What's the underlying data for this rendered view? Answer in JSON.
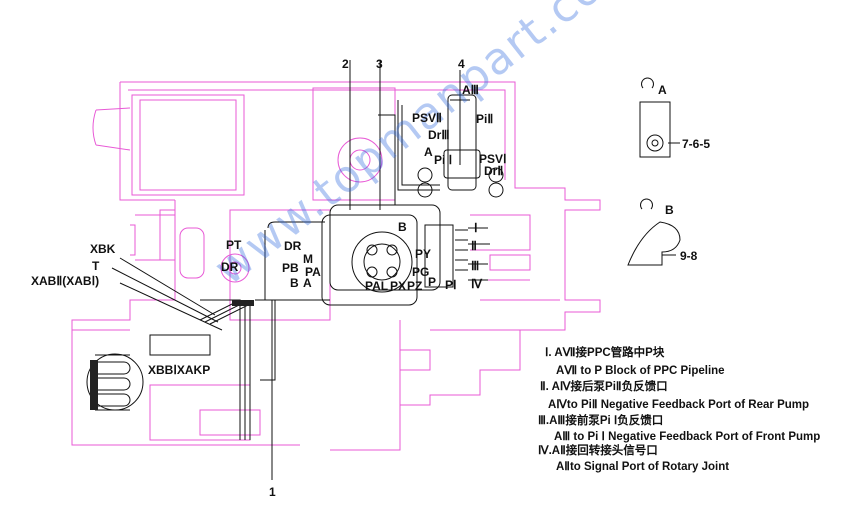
{
  "callouts": {
    "n1": "1",
    "n2": "2",
    "n3": "3",
    "n4": "4"
  },
  "labels": {
    "aiii": "AⅢ",
    "psv2": "PSVⅡ",
    "pi2": "PiⅡ",
    "dr3": "DrⅢ",
    "a": "A",
    "pi1": "Pi Ⅰ",
    "psv1": "PSVⅠ",
    "dr2": "DrⅡ",
    "xbk": "XBK",
    "t": "T",
    "xab": "XABⅡ(XABⅠ)",
    "pt": "PT",
    "dr_a": "DR",
    "dr_b": "DR",
    "m": "M",
    "pb": "PB",
    "pa": "PA",
    "b_small": "B",
    "a_small": "A",
    "b_block": "B",
    "r1": "Ⅰ",
    "r2": "Ⅱ",
    "r3": "Ⅲ",
    "r4": "Ⅳ",
    "py": "PY",
    "pg": "PG",
    "pal": "PAL",
    "px": "PX",
    "pz": "PZ",
    "p": "P",
    "pI": "PⅠ",
    "xbb": "XBBⅠXAKP",
    "view_a": "A",
    "view_b": "B",
    "a_parts": "7-6-5",
    "b_parts": "9-8"
  },
  "legend": [
    {
      "cn": "Ⅰ. AⅦ接PPC管路中P块",
      "en": "AⅦ to P Block of PPC Pipeline"
    },
    {
      "cn": "Ⅱ. AⅣ接后泵PiⅡ负反馈口",
      "en": "AⅣto PiⅡ Negative Feedback Port of Rear Pump"
    },
    {
      "cn": "Ⅲ.AⅢ接前泵Pi Ⅰ负反馈口",
      "en": "AⅢ to Pi Ⅰ Negative Feedback Port of Front Pump"
    },
    {
      "cn": "Ⅳ.AⅡ接回转接头信号口",
      "en": "AⅡto Signal Port of Rotary Joint"
    }
  ],
  "watermark": "www.topmanpart.com",
  "colors": {
    "frame": "#e85ad6",
    "line": "#111111",
    "watermark": "#2f6fd9"
  }
}
